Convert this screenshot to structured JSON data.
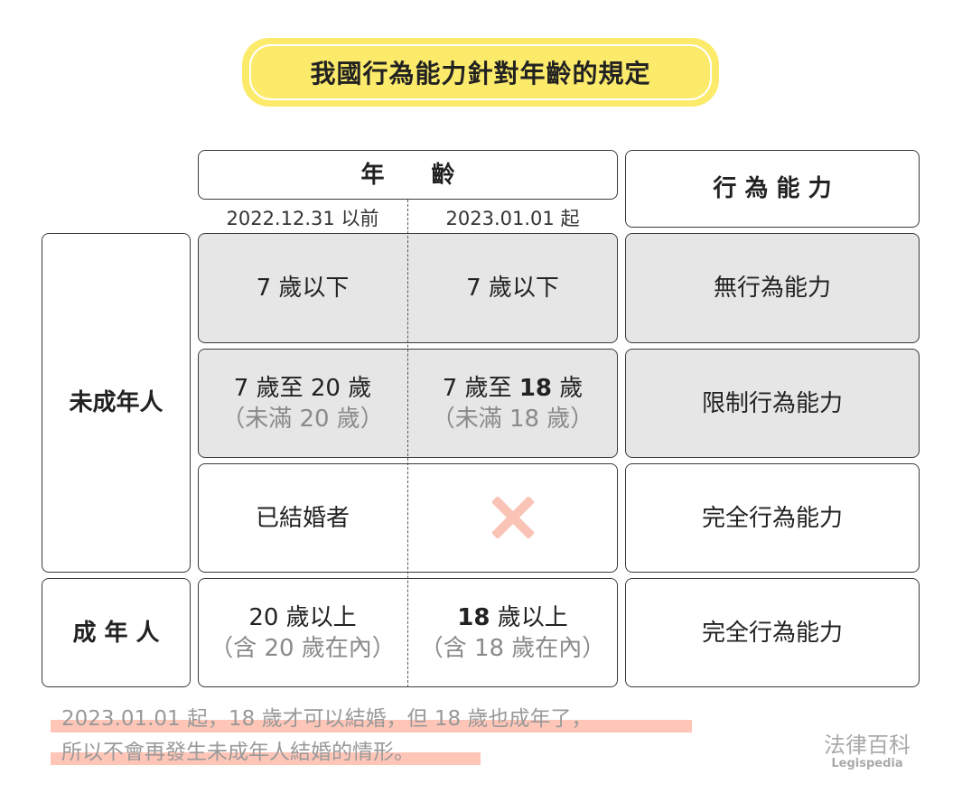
{
  "title": "我國行為能力針對年齡的規定",
  "header": {
    "age": "年　　齡",
    "capacity": "行 為 能 力",
    "date_old": "2022.12.31 以前",
    "date_new": "2023.01.01 起"
  },
  "groups": {
    "minor": "未成年人",
    "adult": "成 年 人"
  },
  "rows": [
    {
      "old": "7 歲以下",
      "new": "7 歲以下",
      "capacity": "無行為能力"
    },
    {
      "old": "7 歲至 20 歲",
      "old_sub": "（未滿 20 歲）",
      "new_a": "7 歲至 ",
      "new_b": "18",
      "new_c": " 歲",
      "new_sub": "（未滿 18 歲）",
      "capacity": "限制行為能力"
    },
    {
      "old": "已結婚者",
      "new_icon": "cross-icon",
      "capacity": "完全行為能力"
    },
    {
      "old": "20 歲以上",
      "old_sub": "（含 20 歲在內）",
      "new_a": "18",
      "new_c": " 歲以上",
      "new_sub": "（含 18 歲在內）",
      "capacity": "完全行為能力"
    }
  ],
  "note": {
    "line1": "2023.01.01 起，18 歲才可以結婚，但 18 歲也成年了，",
    "line2": "所以不會再發生未成年人結婚的情形。"
  },
  "logo": {
    "zh": "法律百科",
    "en": "Legispedia"
  },
  "colors": {
    "title_bg": "#fcea6b",
    "gray_cell": "#e6e6e6",
    "highlight": "#ffc6b8",
    "cross": "#f9c3b5"
  }
}
